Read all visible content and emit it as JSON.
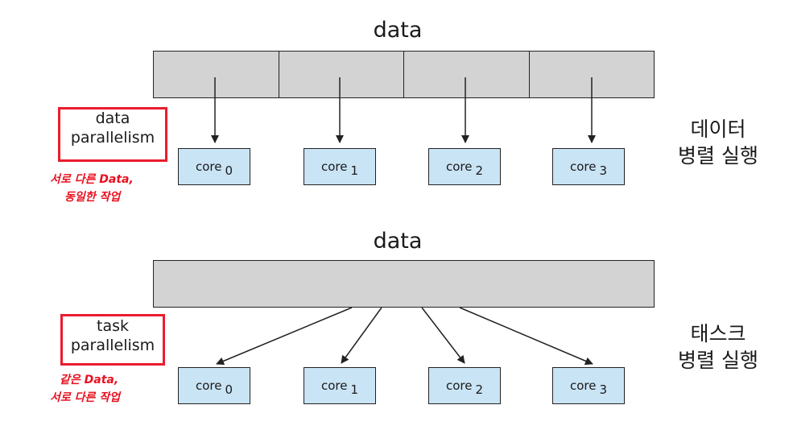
{
  "top": {
    "data_label": "data",
    "technique_label": "data\nparallelism",
    "handwritten_note": [
      "서로 다른 Data,",
      "동일한 작업"
    ],
    "korean_label": [
      "데이터",
      "병렬 실행"
    ],
    "cores": [
      {
        "name": "core",
        "index": "0"
      },
      {
        "name": "core",
        "index": "1"
      },
      {
        "name": "core",
        "index": "2"
      },
      {
        "name": "core",
        "index": "3"
      }
    ]
  },
  "bottom": {
    "data_label": "data",
    "technique_label": "task\nparallelism",
    "handwritten_note": [
      "같은 Data,",
      "서로 다른 작업"
    ],
    "korean_label": [
      "태스크",
      "병렬 실행"
    ],
    "cores": [
      {
        "name": "core",
        "index": "0"
      },
      {
        "name": "core",
        "index": "1"
      },
      {
        "name": "core",
        "index": "2"
      },
      {
        "name": "core",
        "index": "3"
      }
    ]
  },
  "colors": {
    "data_fill": "#d3d3d3",
    "core_fill": "#c9e4f5",
    "highlight_box": "#ea1c2d",
    "handwriting": "#e8101f"
  }
}
